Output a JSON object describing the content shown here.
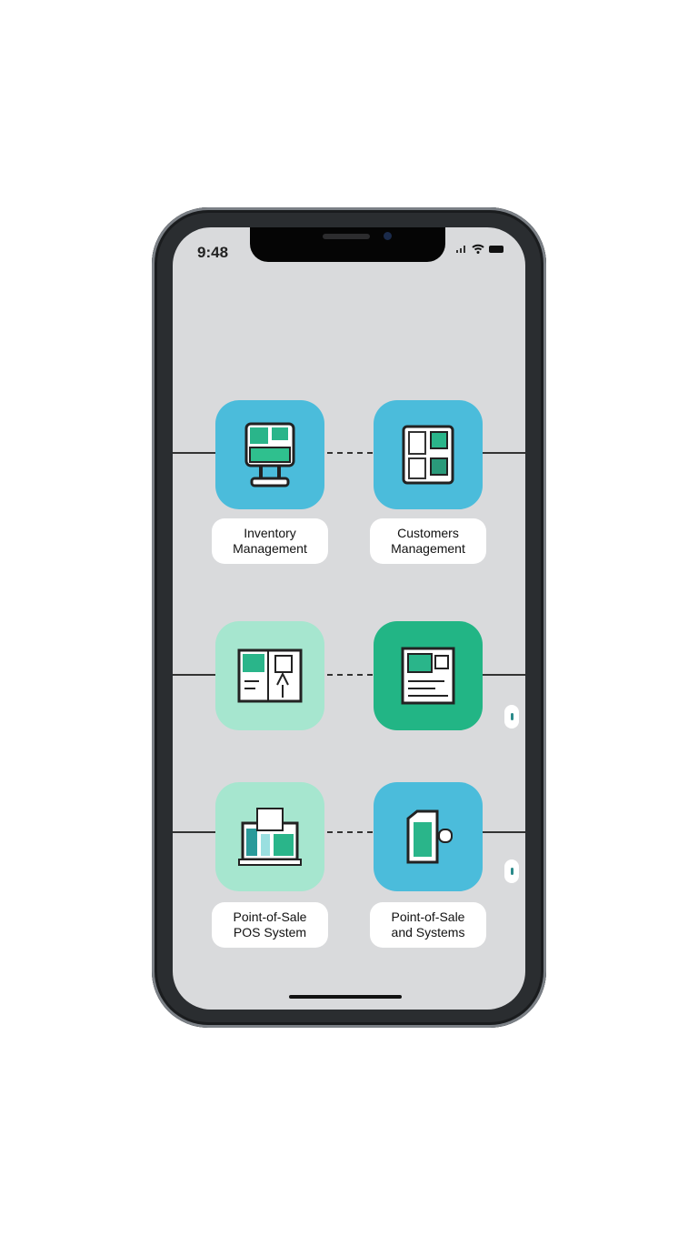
{
  "status_bar": {
    "time": "9:48"
  },
  "colors": {
    "blue": "#4bbcdb",
    "mint": "#a6e6cf",
    "green": "#22b585"
  },
  "tiles": [
    {
      "label_line1": "Inventory",
      "label_line2": "Management",
      "icon": "kiosk-monitor-icon"
    },
    {
      "label_line1": "Customers",
      "label_line2": "Management",
      "icon": "customer-board-icon"
    },
    {
      "label_line1": "",
      "label_line2": "",
      "icon": "person-panel-icon"
    },
    {
      "label_line1": "",
      "label_line2": "",
      "icon": "terminal-icon"
    },
    {
      "label_line1": "Point-of-Sale",
      "label_line2": "POS System",
      "icon": "pos-register-icon"
    },
    {
      "label_line1": "Point-of-Sale",
      "label_line2": "and Systems",
      "icon": "receipt-payment-icon"
    }
  ]
}
